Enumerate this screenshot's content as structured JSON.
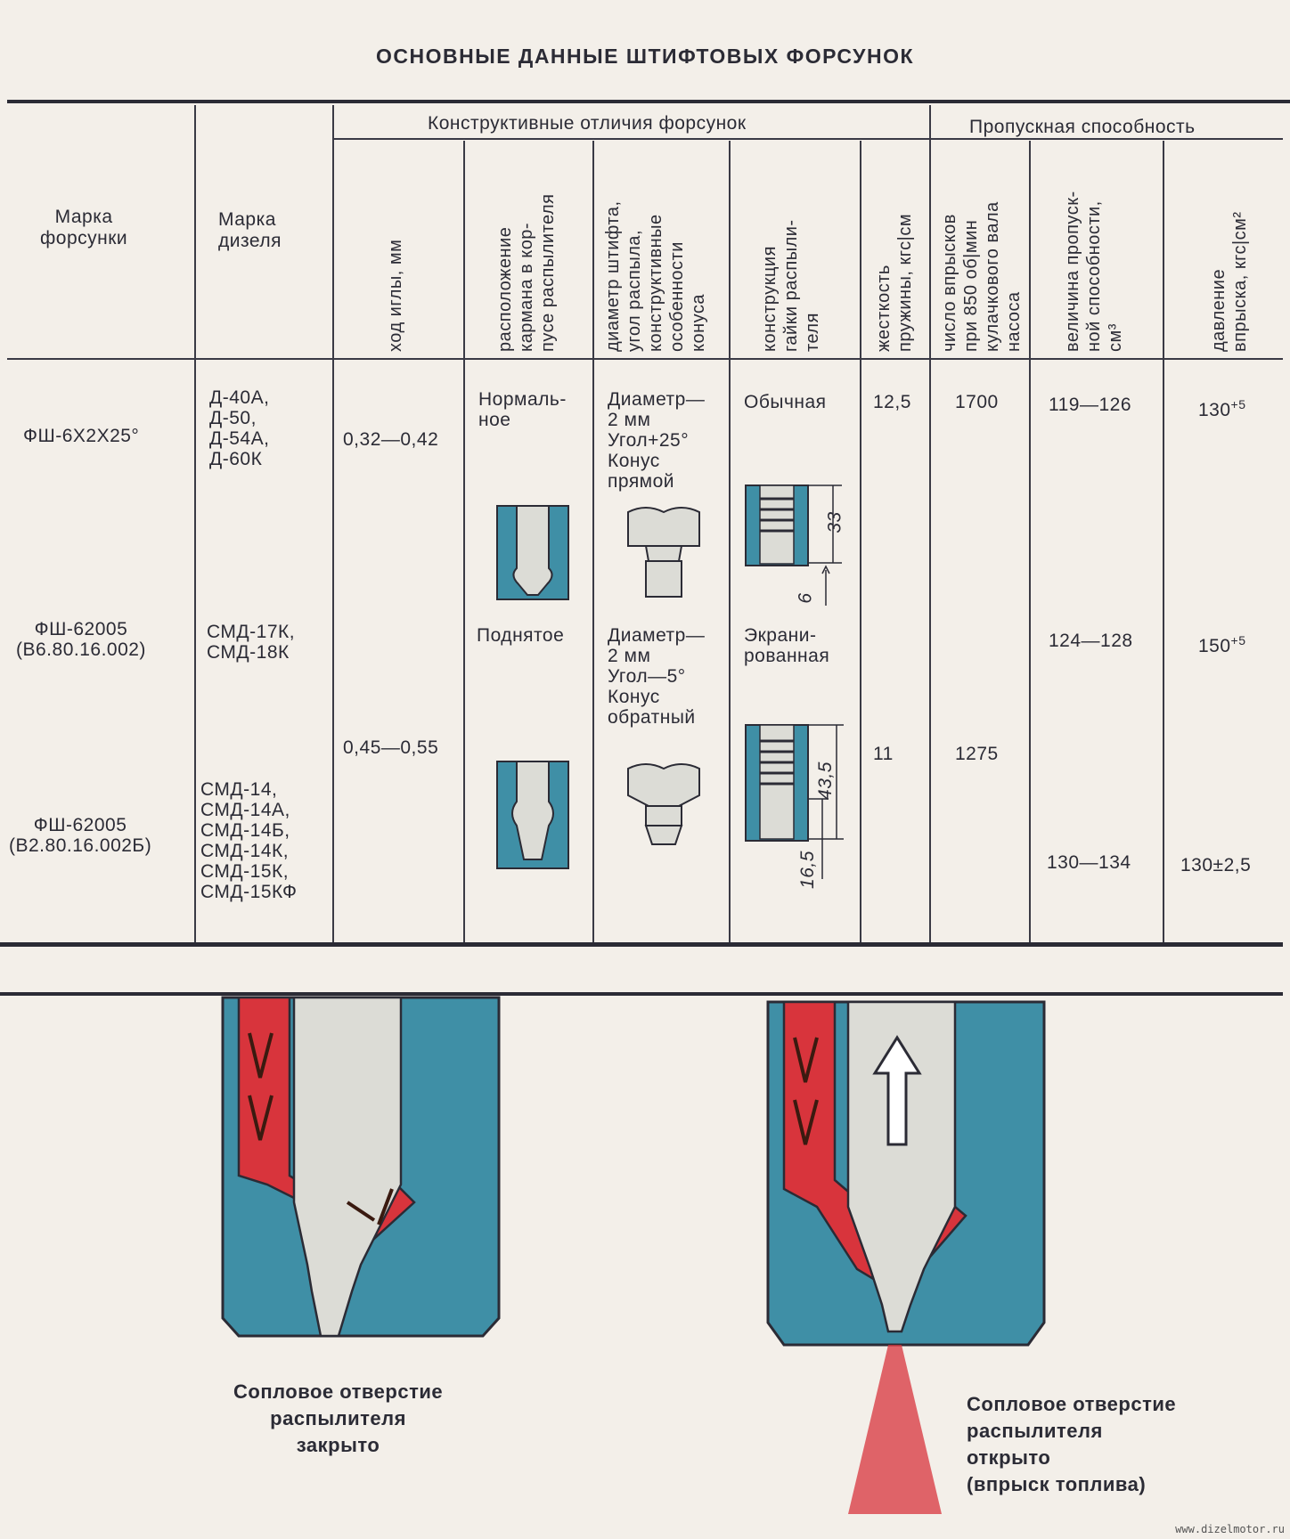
{
  "title": "ОСНОВНЫЕ ДАННЫЕ ШТИФТОВЫХ ФОРСУНОК",
  "headers": {
    "col_nozzle": "Марка\nфорсунки",
    "col_diesel": "Марка\nдизеля",
    "group_design": "Конструктивные отличия форсунок",
    "group_throughput": "Пропускная способность",
    "needle_travel": "ход иглы, мм",
    "pocket_location": "расположение\nкармана в кор-\nпусе распылителя",
    "pin_diameter": "диаметр штифта,\nугол распыла,\nконструктивные\nособенности\nконуса",
    "nut_design": "конструкция\nгайки распыли-\nтеля",
    "spring_rigidity": "жесткость\nпружины, кгс|см",
    "injection_count": "число впрысков\nпри 850 об|мин\nкулачкового вала\nнасоса",
    "throughput_value": "величина пропуск-\nной способности,\nсм³",
    "injection_pressure": "давление\nвпрыска, кгс|см²"
  },
  "rows": {
    "r1": {
      "nozzle": "ФШ-6Х2Х25°",
      "diesel": "Д-40А,\nД-50,\nД-54А,\nД-60К",
      "needle_travel": "0,32—0,42",
      "pocket": "Нормаль-\nное",
      "pin": "Диаметр—\n2 мм\nУгол+25°\nКонус\nпрямой",
      "nut": "Обычная",
      "spring": "12,5",
      "injections": "1700",
      "throughput": "119—126",
      "pressure_base": "130",
      "pressure_sup": "+5"
    },
    "r2": {
      "nozzle": "ФШ-62005\n(В6.80.16.002)",
      "diesel": "СМД-17К,\nСМД-18К",
      "pocket": "Поднятое",
      "pin": "Диаметр—\n2 мм\nУгол—5°\nКонус\nобратный",
      "nut": "Экрани-\nрованная",
      "throughput": "124—128",
      "pressure_base": "150",
      "pressure_sup": "+5"
    },
    "shared": {
      "needle_travel": "0,45—0,55",
      "spring": "11",
      "injections": "1275"
    },
    "r3": {
      "nozzle": "ФШ-62005\n(В2.80.16.002Б)",
      "diesel": "СМД-14,\nСМД-14А,\nСМД-14Б,\nСМД-14К,\nСМД-15К,\nСМД-15КФ",
      "throughput": "130—134",
      "pressure": "130±2,5"
    }
  },
  "dimensions": {
    "d1": "33",
    "d2": "6",
    "d3": "43,5",
    "d4": "16,5"
  },
  "captions": {
    "closed": "Сопловое отверстие\nраспылителя\nзакрыто",
    "open": "Сопловое отверстие\nраспылителя\nоткрыто\n(впрыск топлива)"
  },
  "watermark": "www.dizelmotor.ru",
  "colors": {
    "teal": "#3f8fa6",
    "fuel_red": "#d8343c",
    "needle_gray": "#dcdcd6",
    "ink": "#2b2b35"
  }
}
